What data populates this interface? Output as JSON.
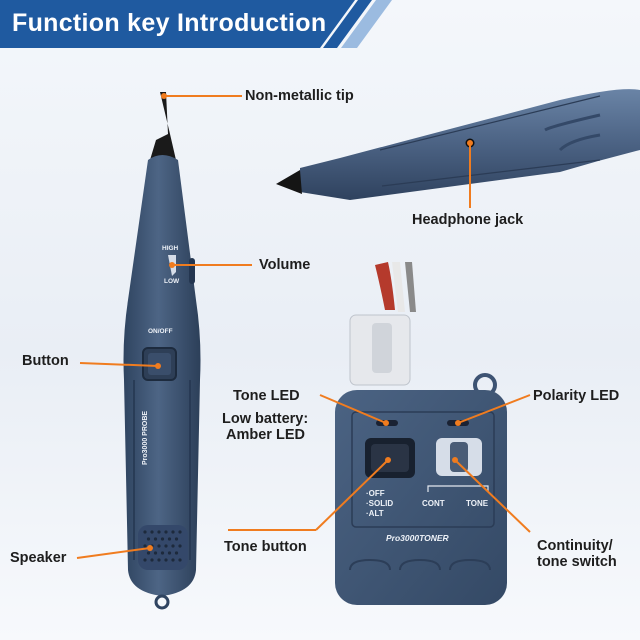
{
  "header": {
    "title": "Function key Introduction"
  },
  "colors": {
    "banner": "#1f5aa0",
    "banner_accent": "#9bbbe0",
    "leader": "#f07c1f",
    "device_body": "#3f5574"
  },
  "callouts": {
    "non_metallic_tip": "Non-metallic tip",
    "volume": "Volume",
    "button": "Button",
    "speaker": "Speaker",
    "headphone_jack": "Headphone jack",
    "tone_led": "Tone LED",
    "polarity_led": "Polarity LED",
    "low_battery_line1": "Low battery:",
    "low_battery_line2": "Amber LED",
    "tone_button": "Tone button",
    "continuity_line1": "Continuity/",
    "continuity_line2": "tone switch"
  },
  "probe_labels": {
    "high": "HIGH",
    "low": "LOW",
    "on_off": "ON/OFF",
    "brand": "Pro3000 PROBE"
  },
  "toner_labels": {
    "off": "·OFF",
    "solid": "·SOLID",
    "alt": "·ALT",
    "cont": "CONT",
    "tone": "TONE",
    "brand": "Pro3000TONER"
  },
  "icons": {
    "tip": "probe-tip-icon",
    "volume": "volume-wedge-icon"
  }
}
